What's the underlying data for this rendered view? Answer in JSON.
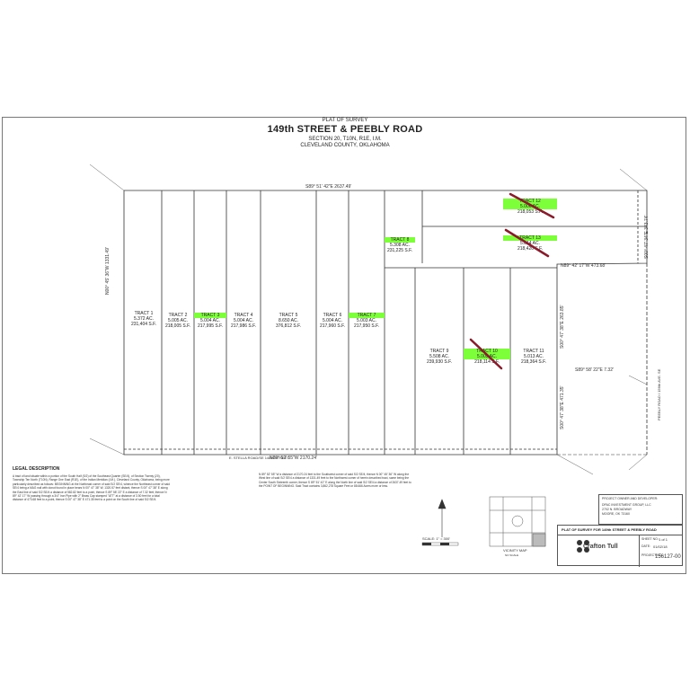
{
  "header": {
    "pretitle": "PLAT OF SURVEY",
    "title": "149th STREET & PEEBLY ROAD",
    "section": "SECTION 20, T10N, R1E, I.M.",
    "county": "CLEVELAND COUNTY, OKLAHOMA"
  },
  "bearings": {
    "north": "S89° 51' 42\"E 2637.49'",
    "south": "N89° 52' 55\"W 2170.24'",
    "mid_east": "N89° 42' 17\"W 473.68'",
    "south_east": "S89° 58' 22\"E 7.32'",
    "west": "N00° 45' 36\"W 1331.49'",
    "east_upper": "S00° 47' 34\"E 343.74'",
    "east_mid": "S00° 47' 38\"E 263.85'",
    "east_lower": "S00° 47' 38\"E 471.35'",
    "east_road": "PEEBLY ROAD / 156th AVE. SE"
  },
  "roads": {
    "south": "E. STELLA ROAD/SE 148th STREET"
  },
  "tracts": [
    {
      "name": "TRACT 1",
      "acres": "5.372 AC.",
      "sqft": "231,404 S.F."
    },
    {
      "name": "TRACT 2",
      "acres": "5.005 AC.",
      "sqft": "218,005 S.F."
    },
    {
      "name": "TRACT 3",
      "acres": "5.004 AC.",
      "sqft": "217,995 S.F."
    },
    {
      "name": "TRACT 4",
      "acres": "5.004 AC.",
      "sqft": "217,986 S.F."
    },
    {
      "name": "TRACT 5",
      "acres": "8.650 AC.",
      "sqft": "376,812 S.F."
    },
    {
      "name": "TRACT 6",
      "acres": "5.004 AC.",
      "sqft": "217,960 S.F."
    },
    {
      "name": "TRACT 7",
      "acres": "5.003 AC.",
      "sqft": "217,950 S.F."
    },
    {
      "name": "TRACT 8",
      "acres": "5.308 AC.",
      "sqft": "231,225 S.F."
    },
    {
      "name": "TRACT 9",
      "acres": "5.508 AC.",
      "sqft": "239,930 S.F."
    },
    {
      "name": "TRACT 10",
      "acres": "5.005 AC.",
      "sqft": "218,114 S.F."
    },
    {
      "name": "TRACT 11",
      "acres": "5.013 AC.",
      "sqft": "218,364 S.F."
    },
    {
      "name": "TRACT 12",
      "acres": "5.006 AC.",
      "sqft": "218,053 S.F."
    },
    {
      "name": "TRACT 13",
      "acres": "5.014 AC.",
      "sqft": "218,420 S.F."
    }
  ],
  "legal": {
    "heading": "LEGAL DESCRIPTION",
    "col1": "A tract of land situate within a portion of the South Half (S/2) of the Southeast Quarter (SE/4), of Section Twenty (20), Township Ten North (T10N), Range One East (R1E), of the Indian Meridian (I.M.), Cleveland County, Oklahoma, being more particularly described as follows: BEGINNING at the Northeast corner of said S/2 SE/4, whence the Northeast corner of said SE/4 being a MAG nail with donut found in place bears N 00° 47' 38\" W, 1320.57 feet distant, thence S 00° 47' 38\" E along the East line of said S/2 SE/4 a distance of 582.82 feet to a point, thence S 89° 58' 22\" E a distance of 7.32 feet; thence N 89° 42' 17\" W passing through a 3/4\" Iron Pipe with 2\" Brass Cap stamped \"ATT\" at a distance of 3.50 feet for a total distance of 473.68 feet to a point, thence S 00° 47' 38\" E 471.35 feet to a point on the South line of said S/2 SE/4.",
    "col2": "N 89° 52' 55\" W a distance of 2170.24 feet to the Southwest corner of said S/2 SE/4, thence N 00° 45' 36\" W along the West line of said S/2 SE/4 a distance of 1331.49 feet to the Northwest corner of herein described tract, same being the Center South Sixteenth corner, thence S 89° 51' 42\" E along the North line of said S/2 SE/4 a distance of 2637.49 feet to the POINT OF BEGINNING. Said Tract contains 3,862,278 Square Feet or 88.666 Acres more or less."
  },
  "scale": {
    "label": "SCALE: 1\" = 300'"
  },
  "vicinity": {
    "title": "VICINITY MAP",
    "sub": "NO SCALE"
  },
  "owner_box": {
    "heading": "PROJECT OWNER AND DEVELOPER:",
    "line1": "DPAC INVESTMENT GROUP, LLC",
    "line2": "2702 N. BROADWAY",
    "line3": "MOORE, OK 73160"
  },
  "title_block": {
    "title": "PLAT OF SURVEY FOR 149th STREET & PEEBLY ROAD",
    "company": "Crafton Tull",
    "sheet_no_label": "SHEET NO.:",
    "sheet_no": "1 of 1",
    "date_label": "DATE:",
    "date": "01/02/18",
    "project_label": "PROJECT NO:",
    "project": "156127-00"
  },
  "colors": {
    "highlight": "#7dff3a",
    "cross_out": "#8b1a2a",
    "line": "#333333"
  }
}
